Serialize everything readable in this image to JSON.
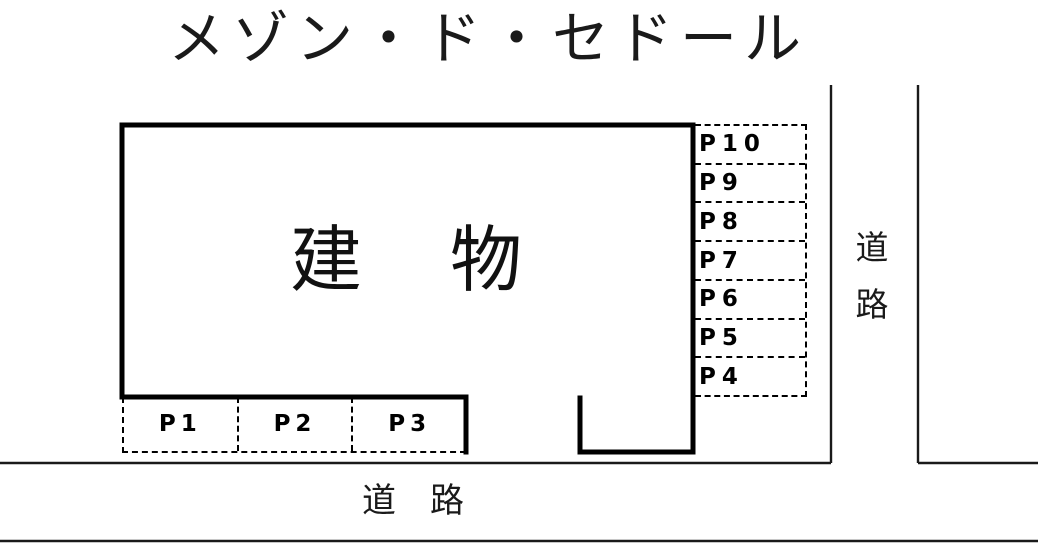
{
  "title": "メゾン・ド・セドール",
  "building": {
    "label": "建　物"
  },
  "parking": {
    "right_spaces": [
      {
        "label": "P10"
      },
      {
        "label": "P9"
      },
      {
        "label": "P8"
      },
      {
        "label": "P7"
      },
      {
        "label": "P6"
      },
      {
        "label": "P5"
      },
      {
        "label": "P4"
      }
    ],
    "bottom_spaces": [
      {
        "label": "P1"
      },
      {
        "label": "P2"
      },
      {
        "label": "P3"
      }
    ]
  },
  "roads": {
    "right_label": "道路",
    "bottom_label": "道　路"
  },
  "colors": {
    "background": "#ffffff",
    "building_line": "#000000",
    "stall_line": "#000000",
    "road_line": "#1a1a1a",
    "text": "#1a1a1a"
  }
}
